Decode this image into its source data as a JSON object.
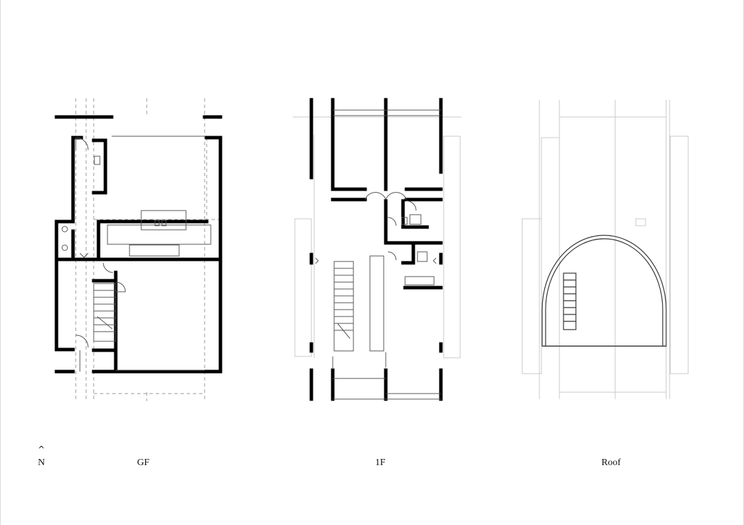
{
  "north": {
    "arrow_glyph": "^",
    "label": "N"
  },
  "plans": [
    {
      "id": "gf",
      "label": "GF"
    },
    {
      "id": "first-floor",
      "label": "1F"
    },
    {
      "id": "roof",
      "label": "Roof"
    }
  ],
  "colors": {
    "background": "#ffffff",
    "wall": "#000000",
    "thin_line": "#555555",
    "faint_line": "#c8c8c8",
    "dashed_line": "#9a9a9a"
  }
}
